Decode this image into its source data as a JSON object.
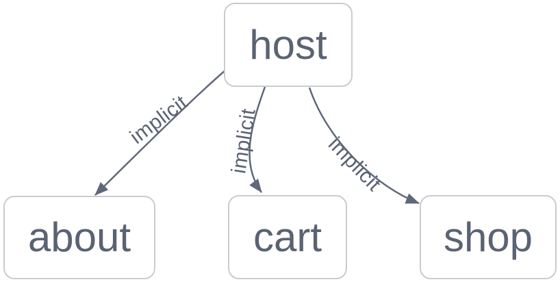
{
  "diagram": {
    "type": "graph",
    "colors": {
      "canvas_bg": "#ffffff",
      "node_fill": "#ffffff",
      "node_border": "#c9cbce",
      "node_text": "#5a6372",
      "edge": "#5f6878",
      "edge_label": "#5a6372"
    },
    "nodes": [
      {
        "id": "host",
        "label": "host"
      },
      {
        "id": "about",
        "label": "about"
      },
      {
        "id": "cart",
        "label": "cart"
      },
      {
        "id": "shop",
        "label": "shop"
      }
    ],
    "edges": [
      {
        "from": "host",
        "to": "about",
        "label": "implicit"
      },
      {
        "from": "host",
        "to": "cart",
        "label": "implicit"
      },
      {
        "from": "host",
        "to": "shop",
        "label": "implicit"
      }
    ]
  }
}
